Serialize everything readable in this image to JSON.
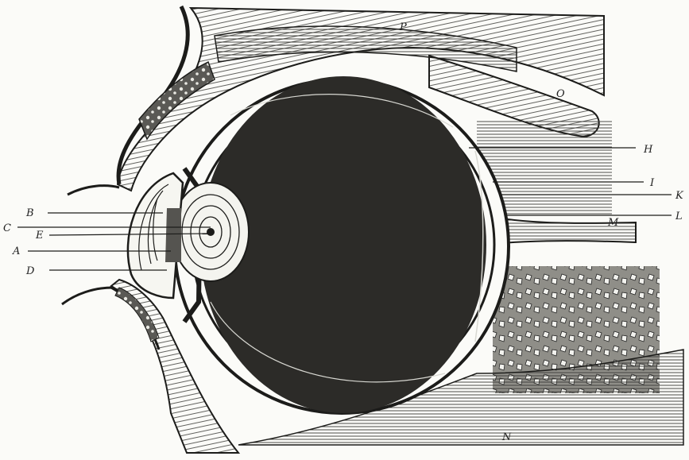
{
  "colors": {
    "paper": "#fbfbf8",
    "ink": "#1c1c1a",
    "interior": "#2c2b28",
    "hatch": "#4a4a46"
  },
  "labels": {
    "P": "P",
    "O": "O",
    "H": "H",
    "I": "I",
    "K": "K",
    "L": "L",
    "M": "M",
    "N": "N",
    "B": "B",
    "C": "C",
    "E": "E",
    "A": "A",
    "D": "D"
  }
}
